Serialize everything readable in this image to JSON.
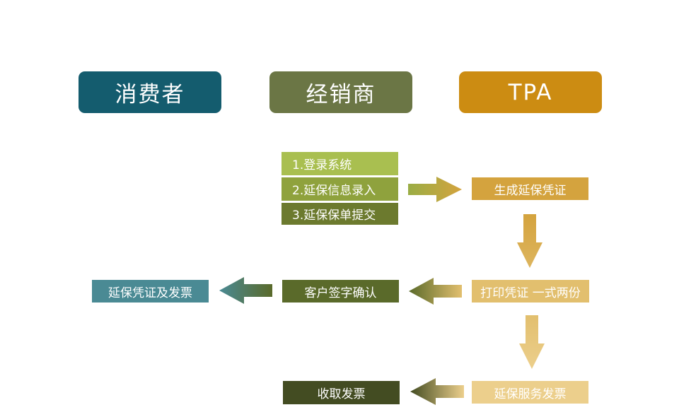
{
  "headers": {
    "consumer": "消费者",
    "dealer": "经销商",
    "tpa": "TPA"
  },
  "dealer_steps": [
    "1.登录系统",
    "2.延保信息录入",
    "3.延保保单提交"
  ],
  "tpa_nodes": {
    "generate": "生成延保凭证",
    "print": "打印凭证 一式两份",
    "invoice": "延保服务发票"
  },
  "dealer_nodes": {
    "confirm": "客户签字确认",
    "receive": "收取发票"
  },
  "consumer_nodes": {
    "receipt": "延保凭证及发票"
  },
  "colors": {
    "consumer": "#145c6e",
    "dealer": "#6b7645",
    "tpa": "#cc8c12",
    "step1": "#a9bf50",
    "step2": "#8fa23d",
    "step3": "#6c7a2e",
    "generate": "#d4a33e",
    "print": "#e2bf6e",
    "invoice": "#eccf8c",
    "confirm": "#5a6a2a",
    "receive": "#434c22",
    "receipt": "#4a8a94"
  }
}
